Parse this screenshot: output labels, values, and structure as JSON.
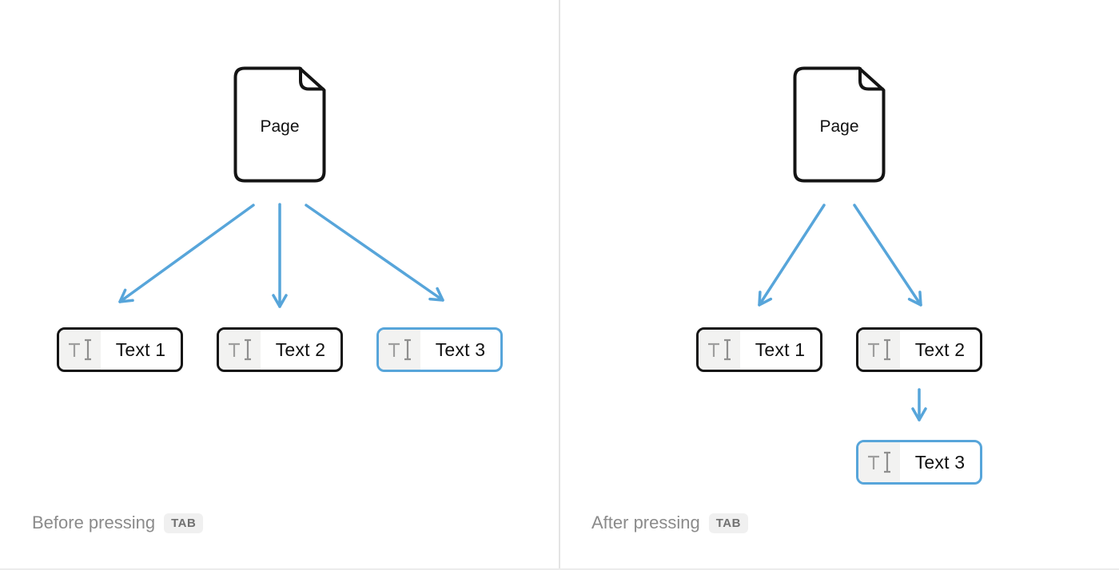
{
  "left_panel": {
    "page_label": "Page",
    "blocks": [
      {
        "label": "Text 1",
        "selected": false
      },
      {
        "label": "Text 2",
        "selected": false
      },
      {
        "label": "Text 3",
        "selected": true
      }
    ],
    "caption": "Before pressing",
    "key_label": "TAB"
  },
  "right_panel": {
    "page_label": "Page",
    "blocks": [
      {
        "label": "Text 1",
        "selected": false
      },
      {
        "label": "Text 2",
        "selected": false
      },
      {
        "label": "Text 3",
        "selected": true
      }
    ],
    "caption": "After pressing",
    "key_label": "TAB"
  },
  "icons": {
    "page_icon": "document-with-folded-corner",
    "block_icon": "text-cursor-icon (T with I-beam caret)",
    "arrow": "open-chevron-arrowhead"
  },
  "colors": {
    "accent_blue": "#57A5DA",
    "outline_black": "#141414",
    "caption_gray": "#8B8B8B",
    "icon_gray": "#9B9B9B",
    "icon_cell_bg": "#F2F2F1",
    "key_pill_bg": "#F0F0F0",
    "key_pill_text": "#717171",
    "divider": "#E4E4E4",
    "background": "#FFFFFF"
  }
}
